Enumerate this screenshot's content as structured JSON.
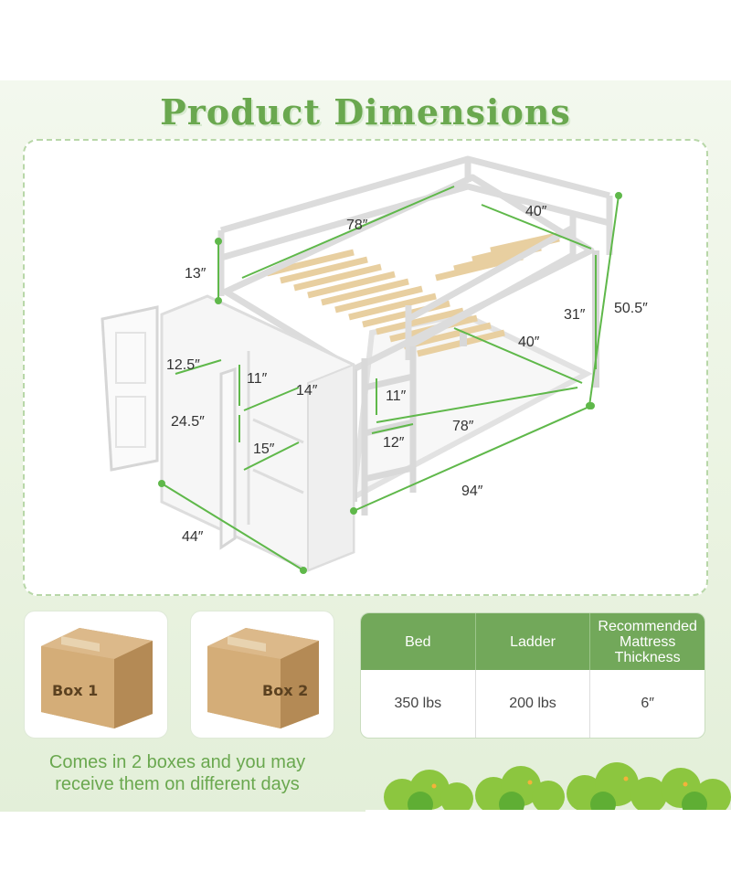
{
  "title": "Product Dimensions",
  "dimensions": {
    "top_length": "78″",
    "top_width": "40″",
    "guard_height": "13″",
    "total_height": "50.5″",
    "bottom_clearance": "31″",
    "bottom_width": "40″",
    "bottom_length": "78″",
    "total_length": "94″",
    "cabinet_depth": "44″",
    "shelf_width": "12.5″",
    "shelf_height_upper": "11″",
    "shelf_depth": "14″",
    "cabinet_height": "24.5″",
    "shelf_height_lower": "15″",
    "ladder_step": "11″",
    "ladder_width": "12″"
  },
  "boxes": [
    {
      "label": "Box 1"
    },
    {
      "label": "Box 2"
    }
  ],
  "caption": {
    "line1": "Comes in 2 boxes and you may",
    "line2": "receive them on different days"
  },
  "table": {
    "headers": [
      "Bed",
      "Ladder",
      "Recommended Mattress Thickness"
    ],
    "values": [
      "350 lbs",
      "200 lbs",
      "6″"
    ]
  },
  "colors": {
    "accent": "#6aa84f",
    "table_header": "#72a85a",
    "dimension_line": "#5fb84a",
    "box": "#c8a16a"
  }
}
